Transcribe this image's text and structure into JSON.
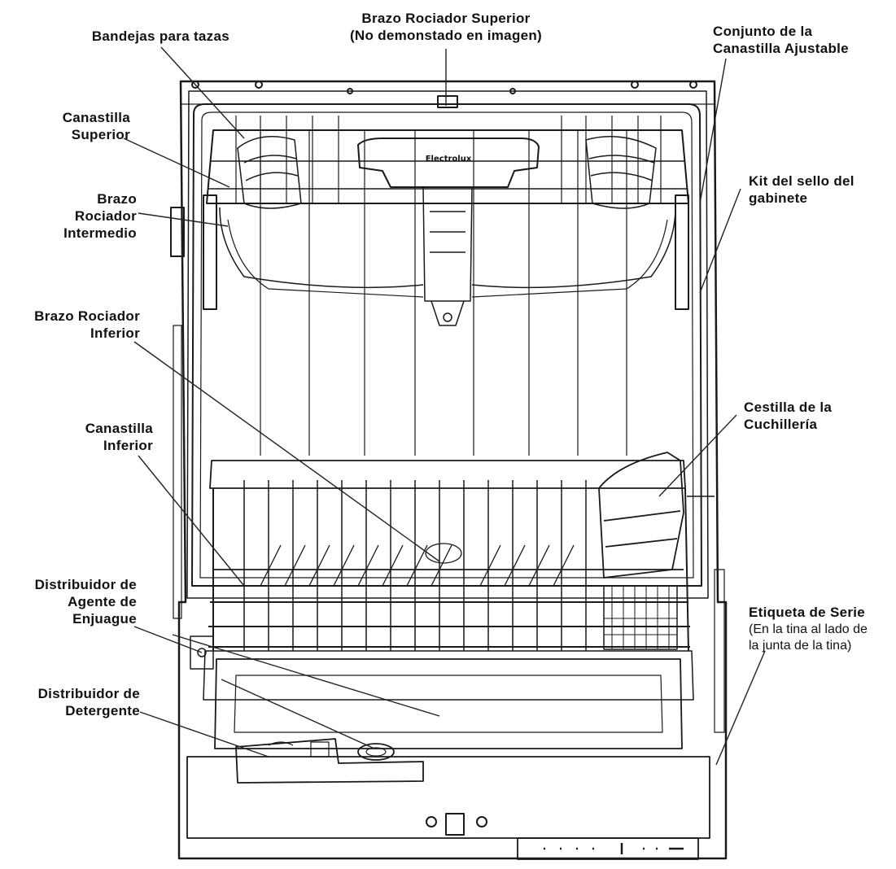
{
  "brand_text": "Electrolux",
  "labels": {
    "bandejas": [
      "Bandejas para tazas"
    ],
    "brazo_superior": [
      "Brazo Rociador Superior",
      "(No demonstado en imagen)"
    ],
    "conjunto": [
      "Conjunto de la",
      "Canastilla Ajustable"
    ],
    "canastilla_superior": [
      "Canastilla",
      "Superior"
    ],
    "kit_sello": [
      "Kit del sello del",
      "gabinete"
    ],
    "brazo_intermedio": [
      "Brazo",
      "Rociador",
      "Intermedio"
    ],
    "brazo_inferior": [
      "Brazo Rociador",
      "Inferior"
    ],
    "cestilla": [
      "Cestilla de la",
      "Cuchillería"
    ],
    "canastilla_inferior": [
      "Canastilla",
      "Inferior"
    ],
    "distribuidor_agente": [
      "Distribuidor de",
      "Agente de",
      "Enjuague"
    ],
    "etiqueta_serie": [
      "Etiqueta de Serie"
    ],
    "etiqueta_nota": [
      "(En la tina al lado de",
      "la junta de la tina)"
    ],
    "distribuidor_detergente": [
      "Distribuidor de",
      "Detergente"
    ]
  }
}
